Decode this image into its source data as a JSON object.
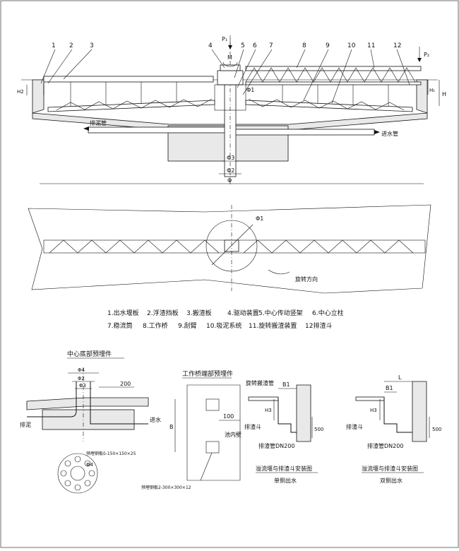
{
  "main_view": {
    "callouts": [
      "1",
      "2",
      "3",
      "4",
      "5",
      "6",
      "7",
      "8",
      "9",
      "10",
      "11",
      "12"
    ],
    "P1": "P₁",
    "P2": "P₂",
    "M": "M",
    "H": "H",
    "H1": "H₁",
    "H2": "H2",
    "phi1": "Φ1",
    "phi2": "Φ2",
    "phi3": "Φ3",
    "phi": "Φ",
    "sludge_outlet": "排泥管",
    "inlet": "进水管"
  },
  "plan_view": {
    "phi1": "Φ1",
    "rotation": "旋转方向"
  },
  "legend": {
    "row1": [
      "1.出水堰板",
      "2.浮渣挡板",
      "3.搬渣板",
      "4.驱动装置",
      "5.中心传动竖架",
      "6.中心立柱"
    ],
    "row2": [
      "7.稳流筒",
      "8.工作桥",
      "9.刮臂",
      "10.吸泥系统",
      "11.旋转搬渣装置",
      "12排渣斗"
    ]
  },
  "detail_center": {
    "title": "中心底部预埋件",
    "phi4": "Φ4",
    "phi2": "Φ2",
    "phi3": "Φ3",
    "dim200": "200",
    "sludge": "排泥",
    "inlet": "进水",
    "plate_note": "预埋钢板δ-150×150×25",
    "phi4b": "Φ4"
  },
  "detail_bridge": {
    "title": "工作桥端部预埋件",
    "dim100": "100",
    "B": "B",
    "wall": "池内壁",
    "plate_note": "预埋钢板2-300×300×12"
  },
  "detail_single": {
    "pipe": "旋转搬渣管",
    "B1": "B1",
    "H3": "H3",
    "hopper": "排渣斗",
    "dim500": "500",
    "drain": "排渣管DN200",
    "title": "溢流堰与排渣斗安装图",
    "sub": "单侧出水"
  },
  "detail_double": {
    "L": "L",
    "B1": "B1",
    "H3": "H3",
    "hopper": "排渣斗",
    "dim500": "500",
    "drain": "排渣管DN200",
    "title": "溢流堰与排渣斗安装图",
    "sub": "双侧出水"
  }
}
